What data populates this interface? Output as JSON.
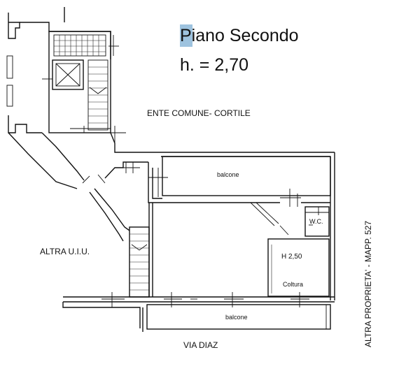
{
  "plan": {
    "title": "Piano Secondo",
    "height_label": "h. = 2,70",
    "labels": {
      "common_area": "ENTE COMUNE- CORTILE",
      "other_unit": "ALTRA U.I.U.",
      "other_property": "ALTRA PROPRIETA' - MAPP. 527",
      "street": "VIA DIAZ"
    },
    "rooms": {
      "balcone_top": "balcone",
      "balcone_bottom": "balcone",
      "wc": "W.C.",
      "loft_height": "H 2,50",
      "loft_name": "Coltura"
    },
    "highlight_color": "#9ec3df"
  }
}
